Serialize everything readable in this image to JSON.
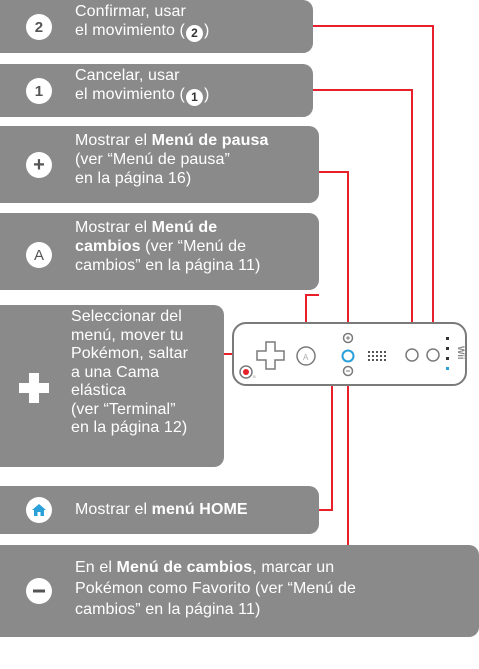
{
  "items": [
    {
      "button": "2",
      "lines": [
        "Confirmar, usar",
        "el movimiento ("
      ],
      "inline_num": "2",
      "closing": ")"
    },
    {
      "button": "1",
      "lines": [
        "Cancelar, usar",
        "el movimiento ("
      ],
      "inline_num": "1",
      "closing": ")"
    },
    {
      "button": "+",
      "line1_pre": "Mostrar el ",
      "line1_bold": "Menú de pausa",
      "line2": "(ver “Menú de pausa”",
      "line3": "en la página 16)"
    },
    {
      "button": "A",
      "line1_pre": "Mostrar el ",
      "line1_bold": "Menú de",
      "line2_bold": "cambios",
      "line2_post": " (ver “Menú de",
      "line3": "cambios” en la página 11)"
    },
    {
      "lines": [
        "Seleccionar del",
        "menú, mover tu",
        "Pokémon, saltar",
        "a una Cama",
        "elástica",
        "(ver “Terminal”",
        "en la página 12)"
      ]
    },
    {
      "line1_pre": "Mostrar el ",
      "line1_bold": "menú HOME"
    },
    {
      "line1_pre": "En el ",
      "line1_bold": "Menú de cambios",
      "line1_post": ", marcar un",
      "line2": "Pokémon como Favorito (ver “Menú de",
      "line3": "cambios” en la página 11)"
    }
  ],
  "remote": {
    "brand": "Wii"
  },
  "colors": {
    "box": "#8a8a8a",
    "line": "#e8202a",
    "home": "#2aa0d8"
  }
}
